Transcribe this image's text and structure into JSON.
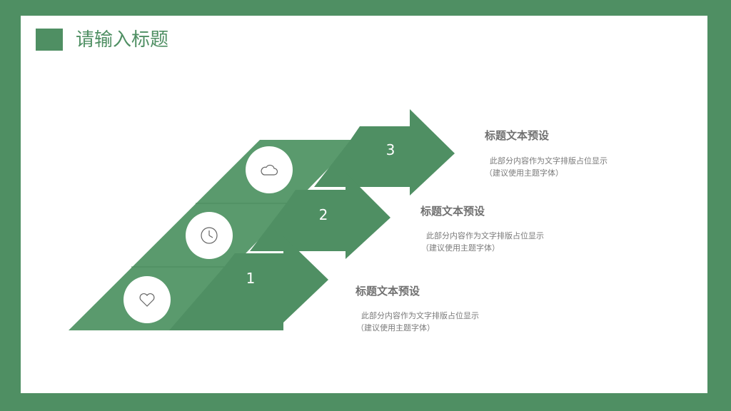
{
  "slide": {
    "title": "请输入标题"
  },
  "colors": {
    "accent": "#4f8f63",
    "panel": "#5a9a6d",
    "background": "#ffffff"
  },
  "steps": [
    {
      "number": "1",
      "icon": "heart-icon",
      "title": "标题文本预设",
      "desc_line1": "此部分内容作为文字排版占位显示",
      "desc_line2": "（建议使用主题字体）"
    },
    {
      "number": "2",
      "icon": "clock-icon",
      "title": "标题文本预设",
      "desc_line1": "此部分内容作为文字排版占位显示",
      "desc_line2": "（建议使用主题字体）"
    },
    {
      "number": "3",
      "icon": "cloud-icon",
      "title": "标题文本预设",
      "desc_line1": "此部分内容作为文字排版占位显示",
      "desc_line2": "（建议使用主题字体）"
    }
  ]
}
